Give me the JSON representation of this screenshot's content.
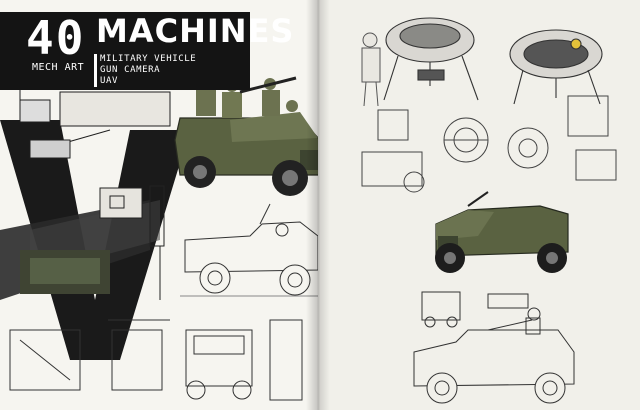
{
  "spread": {
    "chapter_number": "40",
    "chapter_title": "MACHINES",
    "chapter_subtitle": "MECH ART",
    "topics": [
      {
        "label": "MILITARY VEHICLE"
      },
      {
        "label": "GUN CAMERA"
      },
      {
        "label": "UAV"
      }
    ]
  },
  "palette": {
    "ink": "#141414",
    "olive": "#5a6241",
    "olive_dark": "#3d4430",
    "paper": "#f4f2ec",
    "sketch": "#6b6b6b"
  },
  "icons": {
    "left_page": [
      "gun-camera-sketch",
      "military-jeep-illustration",
      "jeep-line-sketch",
      "truck-front-sketch"
    ],
    "right_page": [
      "uav-drone-sketch",
      "soldier-figure-sketch",
      "armored-jeep-illustration",
      "gun-jeep-sketch"
    ]
  }
}
